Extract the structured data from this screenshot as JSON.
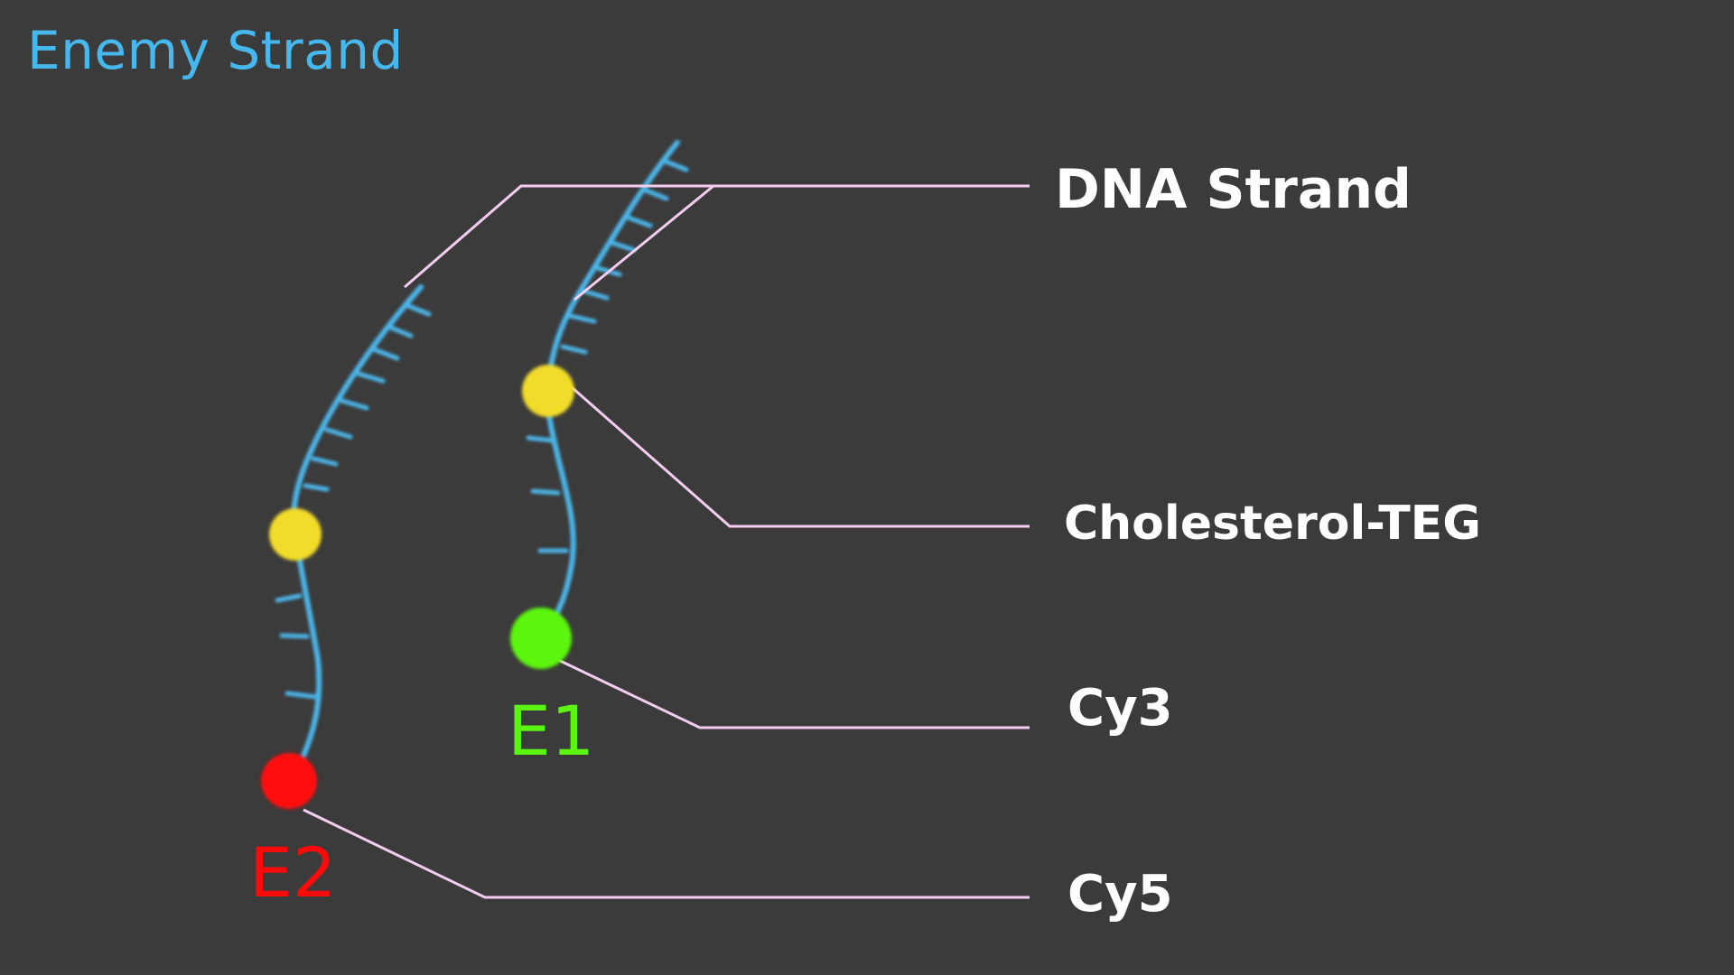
{
  "title": "Enemy Strand",
  "colors": {
    "background": "#3b3b3b",
    "title": "#46b8ee",
    "strand": "#4cb6ea",
    "leader": "#f4cdf0",
    "cholesterol": "#f2dc2c",
    "cy3": "#5cf511",
    "cy5": "#ff0a0a",
    "label": "#ffffff"
  },
  "callouts": {
    "dna_strand": "DNA Strand",
    "cholesterol_teg": "Cholesterol-TEG",
    "cy3": "Cy3",
    "cy5": "Cy5"
  },
  "strands": {
    "e1": "E1",
    "e2": "E2"
  }
}
